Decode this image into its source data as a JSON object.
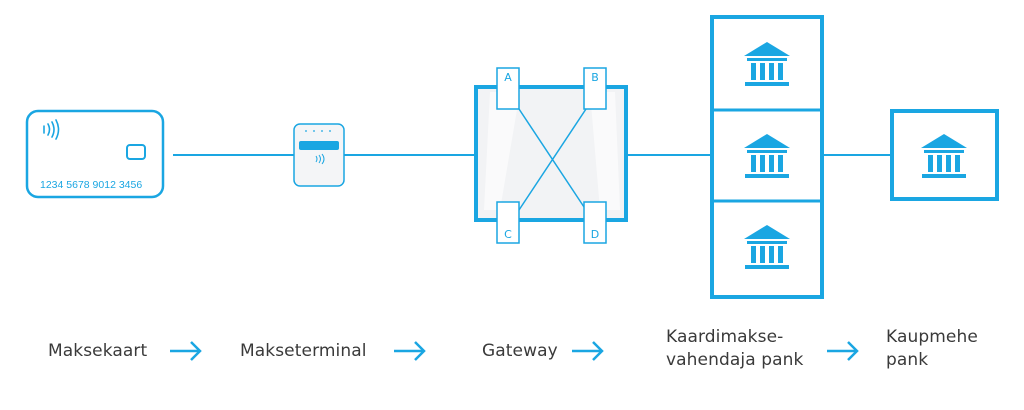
{
  "colors": {
    "accent": "#1aa6e2",
    "label": "#3a3a3a",
    "panel": "#f2f3f5"
  },
  "card": {
    "number": "1234 5678 9012 3456",
    "icon": "contactless-icon"
  },
  "gateway": {
    "nodes": [
      "A",
      "B",
      "C",
      "D"
    ]
  },
  "labels": {
    "card": "Maksekaart",
    "terminal": "Makseterminal",
    "gateway": "Gateway",
    "acquirer_line1": "Kaardimakse-",
    "acquirer_line2": "vahendaja pank",
    "merchant_line1": "Kaupmehe",
    "merchant_line2": "pank"
  },
  "icons": {
    "bank": "bank-icon",
    "arrow": "arrow-right-icon"
  }
}
